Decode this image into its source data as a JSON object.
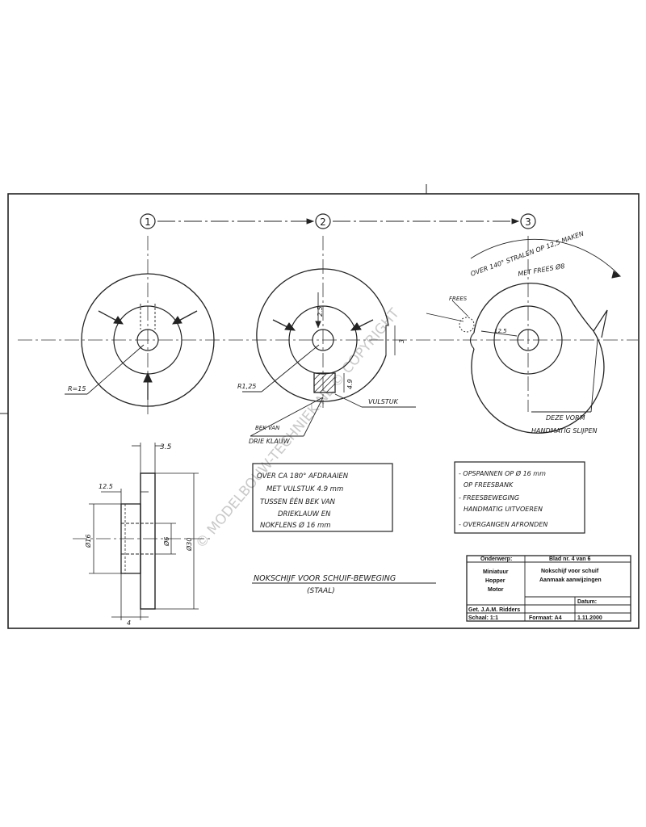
{
  "markers": [
    "1",
    "2",
    "3"
  ],
  "view1": {
    "radius_label": "R=15"
  },
  "view2": {
    "radius_label": "R1,25",
    "dim_vertical": "2.5",
    "dim_side": "3",
    "dim_block": "4.9",
    "block_label": "VULSTUK",
    "jaw_label_1": "BEK VAN",
    "jaw_label_2": "DRIE KLAUW"
  },
  "view3": {
    "arc_label_1": "OVER 140° STRALEN OP 12,5 MAKEN",
    "arc_label_2": "MET FREES Ø8",
    "cutter_label": "FREES",
    "dim_radius": "12.5",
    "shape_label": "DEZE VORM",
    "shape_label_2": "HANDMATIG SLIJPEN"
  },
  "side_view": {
    "dim_top": "3.5",
    "dim_hub": "12.5",
    "dim_left": "Ø16",
    "dim_bore": "Ø6",
    "dim_outer": "Ø30",
    "dim_bottom": "4"
  },
  "note_left": [
    "OVER CA 180° AFDRAAIEN",
    "MET VULSTUK 4.9 mm",
    "TUSSEN ÉÉN BEK VAN",
    "DRIEKLAUW EN",
    "NOKFLENS Ø 16 mm"
  ],
  "note_right": [
    "- OPSPANNEN OP Ø 16 mm",
    "OP FREESBANK",
    "- FREESBEWEGING",
    "HANDMATIG UITVOEREN",
    "- OVERGANGEN AFRONDEN"
  ],
  "title_main": "NOKSCHIJF VOOR SCHUIF-BEWEGING",
  "title_sub": "(STAAL)",
  "title_block": {
    "onderwerp_label": "Onderwerp:",
    "onderwerp_value": [
      "Miniatuur",
      "Hopper",
      "Motor"
    ],
    "blad": "Blad nr. 4 van 6",
    "description": [
      "Nokschijf voor schuif",
      "Aanmaak aanwijzingen"
    ],
    "getekend": "Get. J.A.M. Ridders",
    "datum_label": "Datum:",
    "schaal": "Schaal: 1:1",
    "formaat": "Formaat: A4",
    "datum_value": "1.11.2000"
  },
  "watermark": "© MODELBOUW-TECHNIEK.NL © COPYRIGHT"
}
